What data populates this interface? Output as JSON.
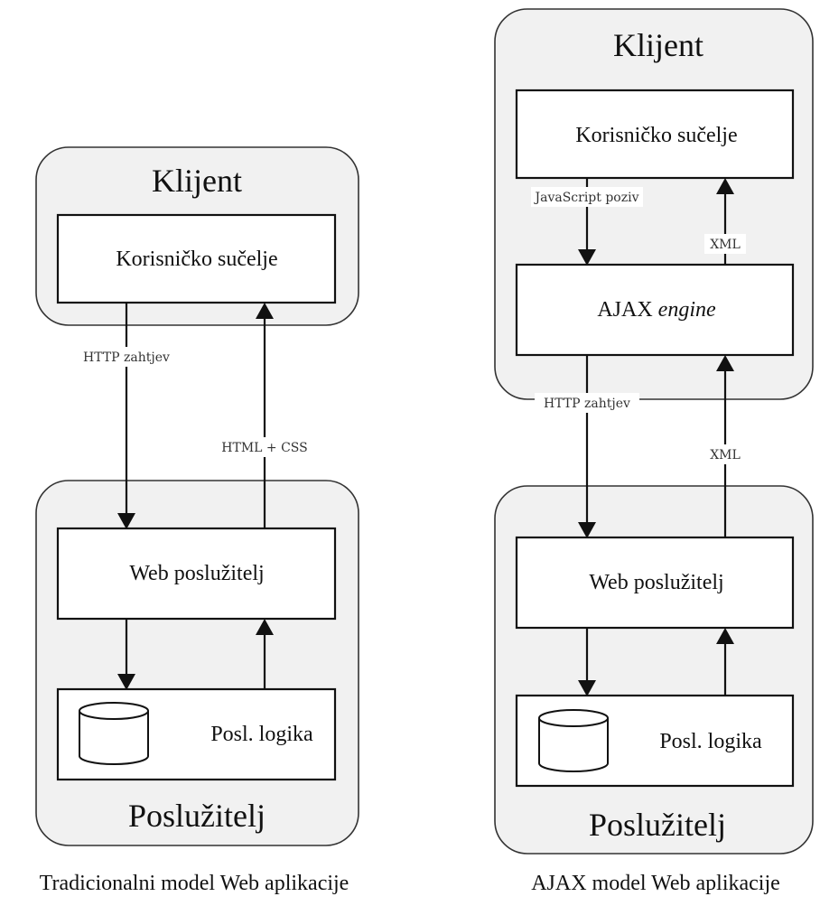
{
  "left": {
    "client_title": "Klijent",
    "ui_box": "Korisničko sučelje",
    "request_label": "HTTP zahtjev",
    "response_label": "HTML + CSS",
    "web_server_box": "Web poslužitelj",
    "logic_box": "Posl. logika",
    "server_title": "Poslužitelj",
    "caption": "Tradicionalni model Web aplikacije"
  },
  "right": {
    "client_title": "Klijent",
    "ui_box": "Korisničko sučelje",
    "js_call_label": "JavaScript poziv",
    "xml_label_top": "XML",
    "ajax_box_prefix": "AJAX",
    "ajax_box_italic": "engine",
    "request_label": "HTTP zahtjev",
    "xml_label_bottom": "XML",
    "web_server_box": "Web poslužitelj",
    "logic_box": "Posl. logika",
    "server_title": "Poslužitelj",
    "caption": "AJAX model Web aplikacije"
  }
}
